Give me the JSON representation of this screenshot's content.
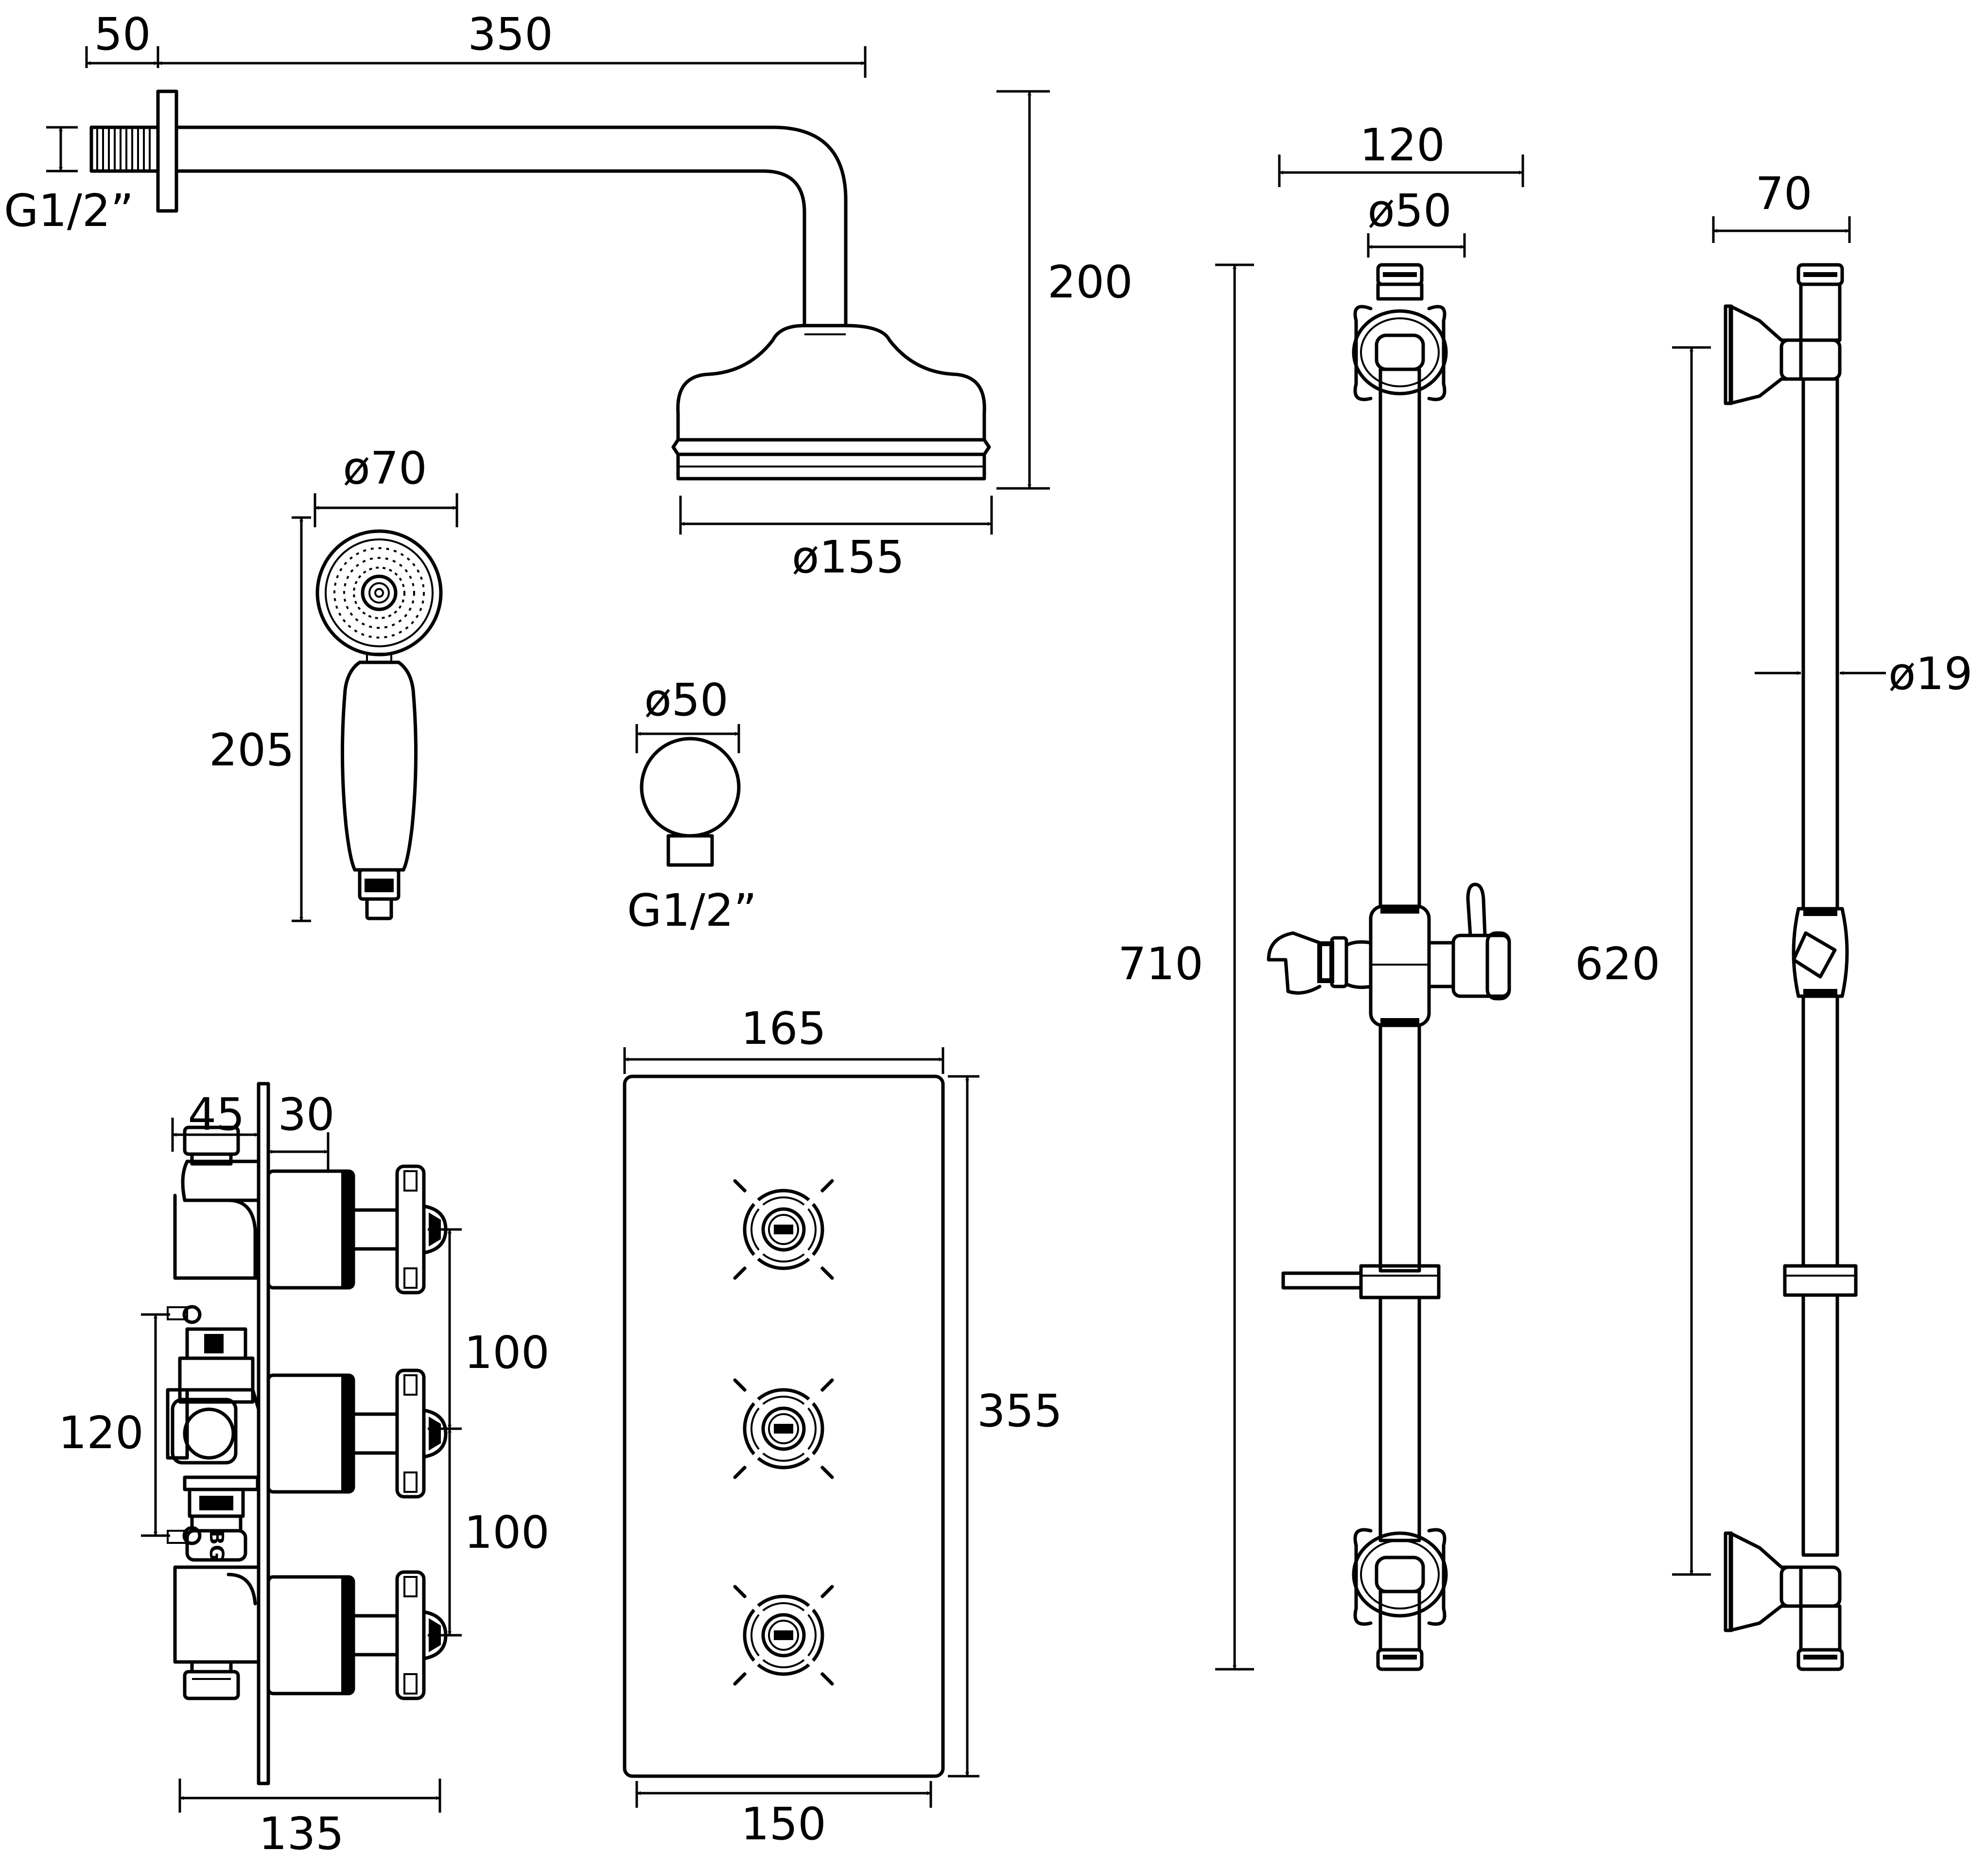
{
  "shower_head_arm": {
    "dims": {
      "wall_thread": "50",
      "arm_length": "350",
      "thread_size": "G1/2”",
      "drop": "200",
      "head_diameter": "ø155"
    }
  },
  "handset": {
    "dims": {
      "diameter": "ø70",
      "length": "205"
    }
  },
  "wall_outlet": {
    "dims": {
      "diameter": "ø50",
      "thread_size": "G1/2”"
    }
  },
  "riser_rail_front": {
    "dims": {
      "bracket_width": "120",
      "bracket_diameter": "ø50",
      "overall_height": "710"
    }
  },
  "riser_rail_side": {
    "dims": {
      "projection": "70",
      "tube_diameter": "ø19",
      "bracket_centres": "620"
    }
  },
  "valve_side": {
    "dims": {
      "body_depth": "45",
      "handle_depth": "30",
      "outlet_centres": "120",
      "handle_spacing_upper": "100",
      "handle_spacing_lower": "100",
      "overall_depth": "135"
    },
    "body_marking": "BG"
  },
  "valve_plate": {
    "dims": {
      "plate_width": "165",
      "plate_height": "355",
      "inner_width": "150"
    }
  }
}
